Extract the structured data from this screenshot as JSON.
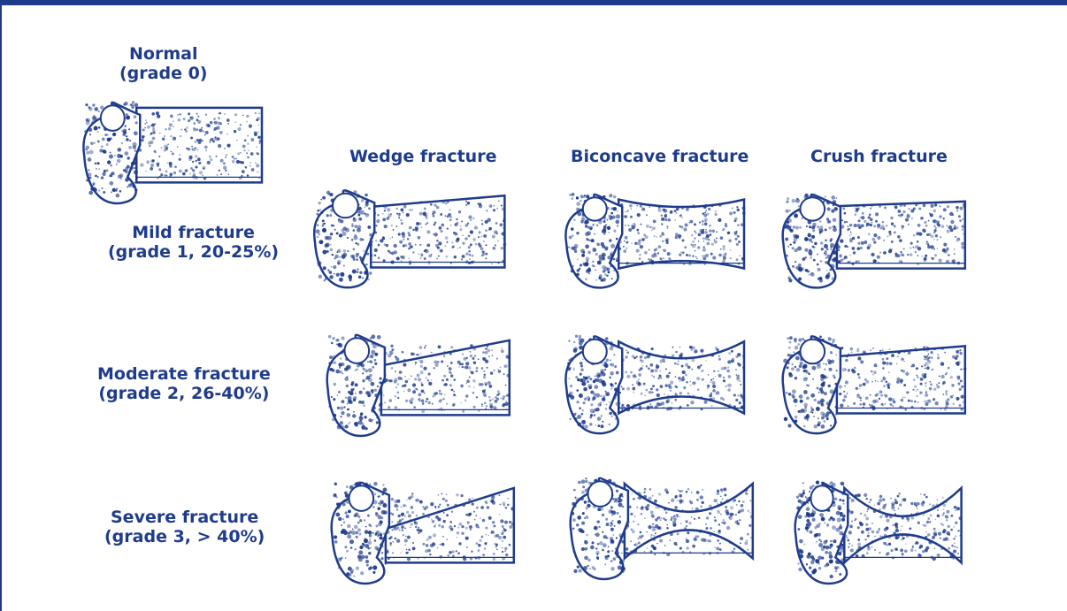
{
  "colors": {
    "ink": "#1f3c8c",
    "frame": "#1f3c8c",
    "background": "#ffffff"
  },
  "normal": {
    "title": "Normal",
    "grade": "(grade 0)"
  },
  "columns": [
    {
      "label": "Wedge fracture"
    },
    {
      "label": "Biconcave fracture"
    },
    {
      "label": "Crush fracture"
    }
  ],
  "rows": [
    {
      "title": "Mild fracture",
      "grade": "(grade 1, 20-25%)"
    },
    {
      "title": "Moderate fracture",
      "grade": "(grade 2, 26-40%)"
    },
    {
      "title": "Severe fracture",
      "grade": "(grade 3, > 40%)"
    }
  ]
}
